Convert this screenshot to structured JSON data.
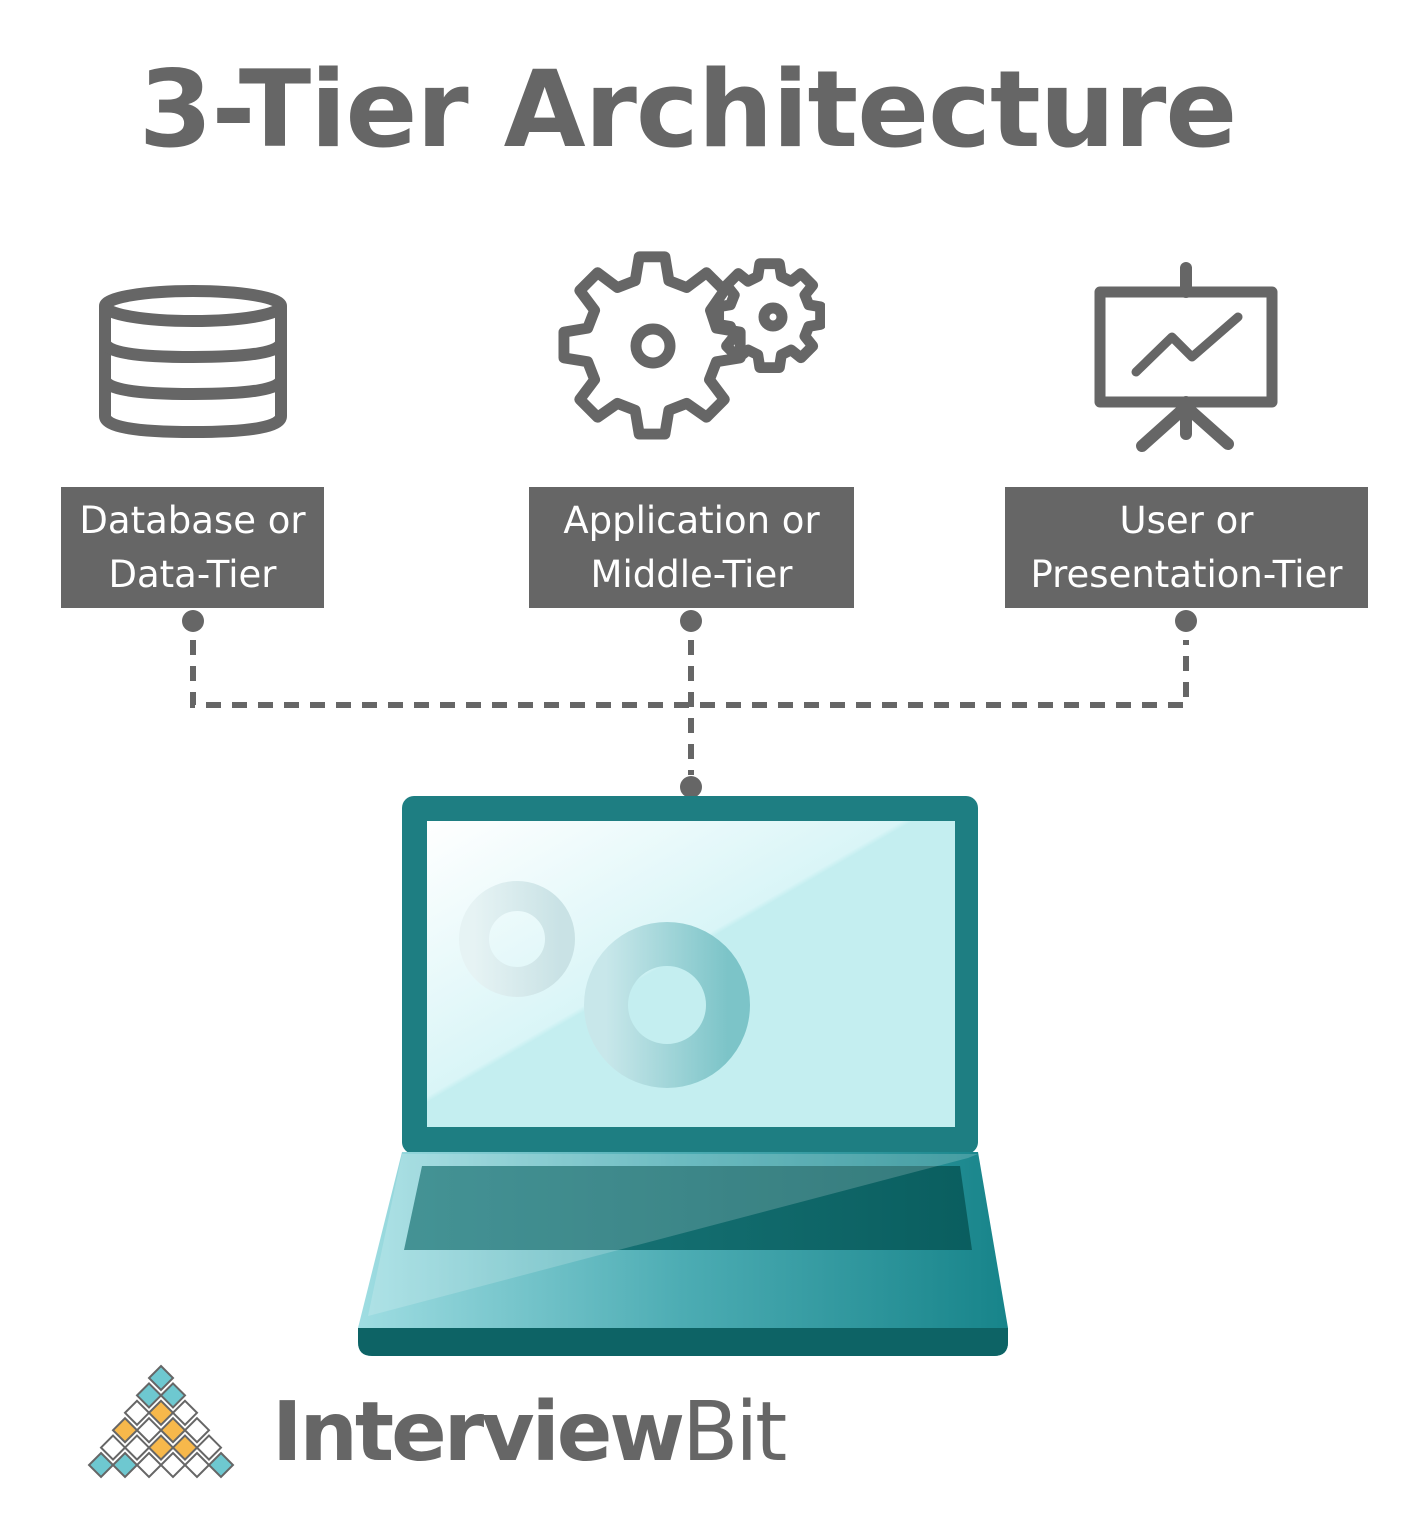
{
  "title": "3-Tier Architecture",
  "tiers": [
    {
      "line1": "Database or",
      "line2": "Data-Tier",
      "icon": "database-icon"
    },
    {
      "line1": "Application or",
      "line2": "Middle-Tier",
      "icon": "gears-icon"
    },
    {
      "line1": "User or",
      "line2": "Presentation-Tier",
      "icon": "presentation-board-icon"
    }
  ],
  "client_icon": "laptop-icon",
  "brand": {
    "name_part1": "Interview",
    "name_part2": "Bit",
    "icon": "interviewbit-logo-icon"
  },
  "colors": {
    "gray": "#666666",
    "teal_dark": "#1e7e82",
    "teal_screen": "#c4eef0",
    "logo_orange": "#f7b84b",
    "logo_teal": "#6ec8d0"
  }
}
